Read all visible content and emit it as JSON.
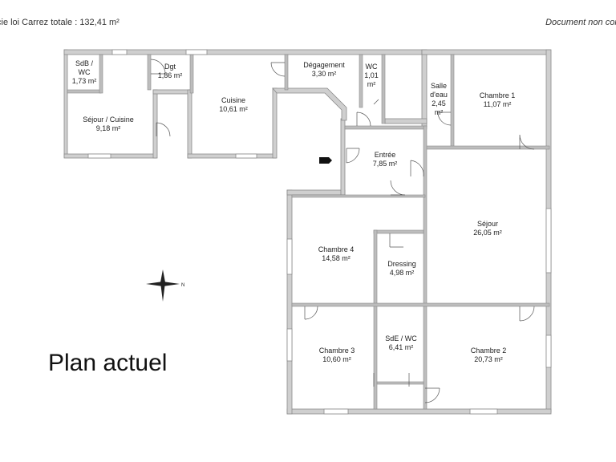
{
  "header": {
    "total_area": "cie loi Carrez totale : 132,41 m²",
    "disclaimer": "Document non cor"
  },
  "plan_title": "Plan actuel",
  "compass_label": "N",
  "rooms": [
    {
      "id": "sdb-wc",
      "lines": [
        "SdB /",
        "WC",
        "1,73 m²"
      ]
    },
    {
      "id": "dgt",
      "lines": [
        "Dgt",
        "1,86 m²"
      ]
    },
    {
      "id": "sejour-cuisine",
      "lines": [
        "Séjour / Cuisine",
        "9,18 m²"
      ]
    },
    {
      "id": "cuisine",
      "lines": [
        "Cuisine",
        "10,61 m²"
      ]
    },
    {
      "id": "degagement",
      "lines": [
        "Dégagement",
        "3,30 m²"
      ]
    },
    {
      "id": "wc",
      "lines": [
        "WC",
        "1,01",
        "m²"
      ]
    },
    {
      "id": "salle-eau",
      "lines": [
        "Salle",
        "d'eau",
        "2,45",
        "m²"
      ]
    },
    {
      "id": "chambre-1",
      "lines": [
        "Chambre 1",
        "11,07 m²"
      ]
    },
    {
      "id": "entree",
      "lines": [
        "Entrée",
        "7,85 m²"
      ]
    },
    {
      "id": "sejour",
      "lines": [
        "Séjour",
        "26,05 m²"
      ]
    },
    {
      "id": "chambre-4",
      "lines": [
        "Chambre 4",
        "14,58 m²"
      ]
    },
    {
      "id": "dressing",
      "lines": [
        "Dressing",
        "4,98 m²"
      ]
    },
    {
      "id": "sde-wc",
      "lines": [
        "SdE / WC",
        "6,41 m²"
      ]
    },
    {
      "id": "chambre-3",
      "lines": [
        "Chambre 3",
        "10,60 m²"
      ]
    },
    {
      "id": "chambre-2",
      "lines": [
        "Chambre 2",
        "20,73 m²"
      ]
    }
  ]
}
